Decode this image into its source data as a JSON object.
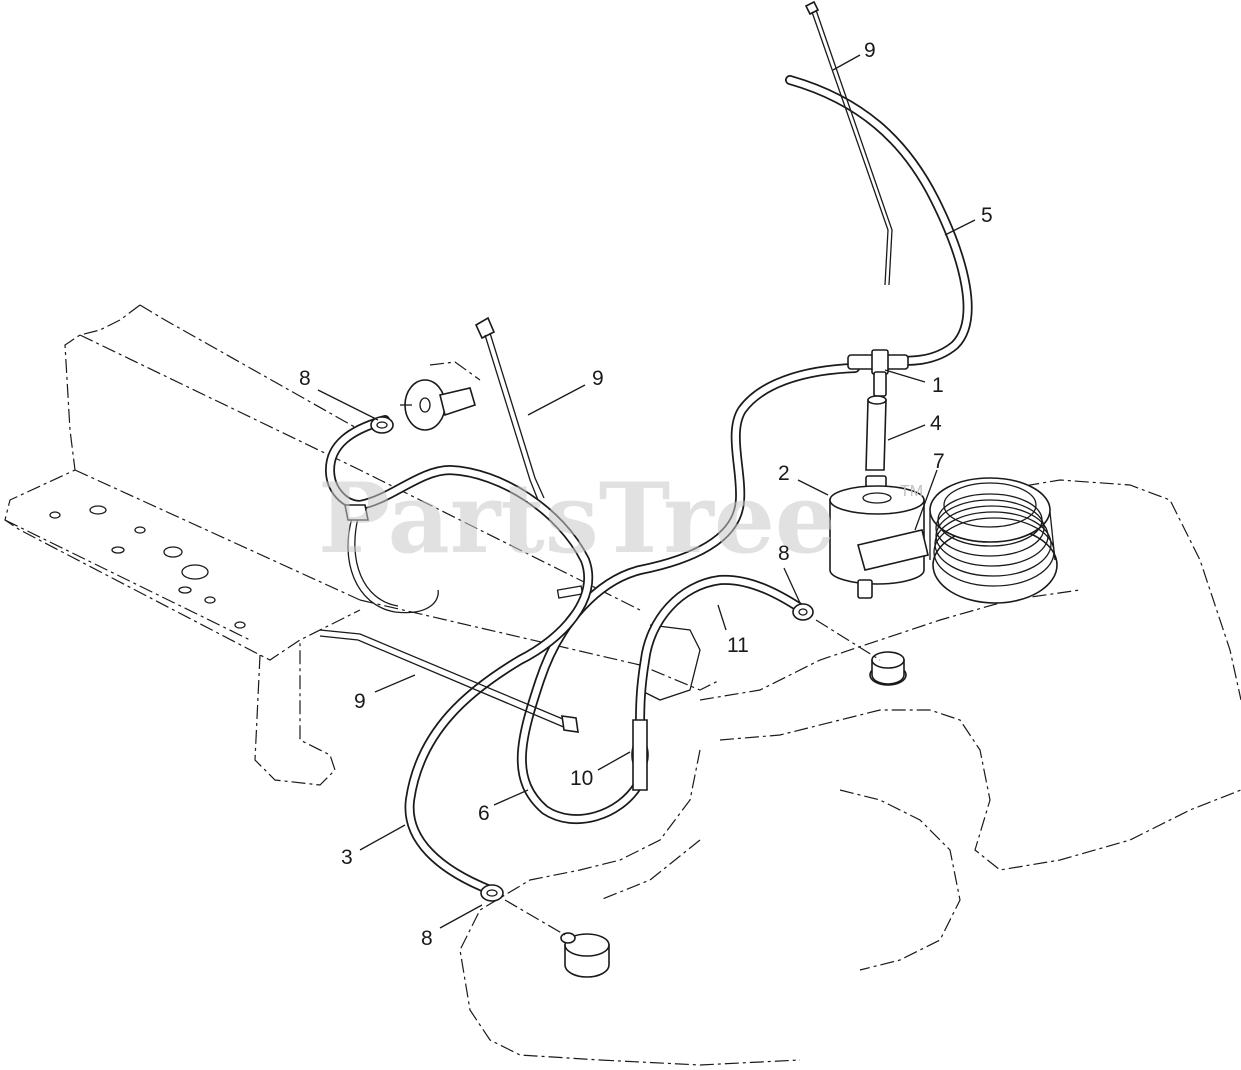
{
  "diagram": {
    "watermark": "PartsTree",
    "watermark_mark": "TM",
    "callouts": {
      "tee_fitting": "1",
      "fuel_filter": "2",
      "hose_left_tank": "3",
      "hose_filter_to_tee": "4",
      "hose_to_engine": "5",
      "hose_center": "6",
      "filter_label": "7",
      "clamp_top_left": "8",
      "clamp_right": "8",
      "clamp_bottom": "8",
      "cable_tie_top_right": "9",
      "cable_tie_center": "9",
      "cable_tie_lower_left": "9",
      "grommet": "10",
      "hose_right_tank": "11"
    }
  }
}
